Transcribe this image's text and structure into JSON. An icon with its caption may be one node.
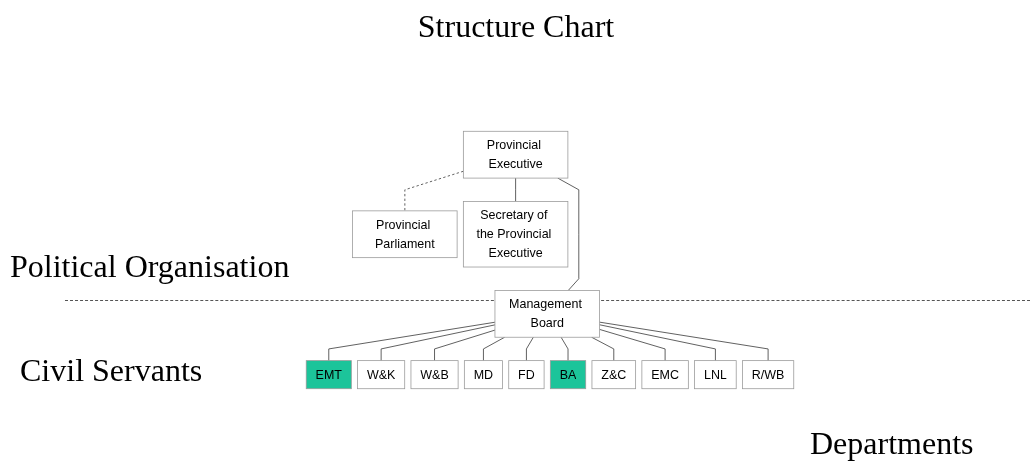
{
  "diagram": {
    "title": "Structure Chart",
    "nodes": [
      {
        "text": [
          "Provincial Executive"
        ]
      },
      {
        "text": [
          "Provincial Parliament"
        ]
      },
      {
        "text": [
          "Secretary of the Provincial Executive"
        ]
      },
      {
        "text": [
          "Management Board"
        ]
      },
      {
        "text": [
          "EMT"
        ]
      },
      {
        "text": [
          "W&K"
        ]
      },
      {
        "text": [
          "W&B"
        ]
      },
      {
        "text": [
          "MD"
        ]
      },
      {
        "text": [
          "FD"
        ]
      },
      {
        "text": [
          "BA"
        ]
      },
      {
        "text": [
          "Z&C"
        ]
      },
      {
        "text": [
          "EMC"
        ]
      },
      {
        "text": [
          "LNL"
        ]
      },
      {
        "text": [
          "R/WB"
        ]
      }
    ],
    "edges": [
      {
        "from": 0,
        "to": 1,
        "arrow": "none",
        "style": "dashed"
      },
      {
        "from": 0,
        "to": 2,
        "arrow": "none"
      },
      {
        "from": 0,
        "to": 3,
        "arrow": "none"
      },
      {
        "from": 3,
        "to": 4,
        "arrow": "none"
      },
      {
        "from": 3,
        "to": 5,
        "arrow": "none"
      },
      {
        "from": 3,
        "to": 6,
        "arrow": "none"
      },
      {
        "from": 3,
        "to": 7,
        "arrow": "none"
      },
      {
        "from": 3,
        "to": 8,
        "arrow": "none"
      },
      {
        "from": 3,
        "to": 9,
        "arrow": "none"
      },
      {
        "from": 3,
        "to": 10,
        "arrow": "none"
      },
      {
        "from": 3,
        "to": 11,
        "arrow": "none"
      },
      {
        "from": 3,
        "to": 12,
        "arrow": "none"
      },
      {
        "from": 3,
        "to": 13,
        "arrow": "none"
      }
    ],
    "labels": [
      "Political Organisation",
      "Civil Servants",
      "Departments"
    ]
  }
}
